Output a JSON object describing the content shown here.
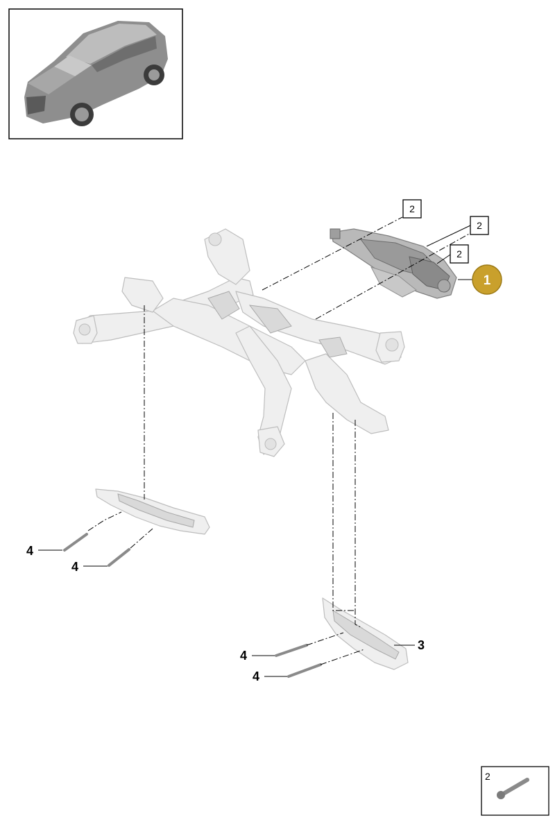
{
  "callouts": {
    "boxed_label": "2",
    "highlight_label": "1",
    "shield_label": "3",
    "bolt_label": "4"
  },
  "inset": {
    "icon": "car-icon",
    "bolt_box_label": "2",
    "bolt_box_icon": "bolt-icon"
  },
  "colors": {
    "highlight": "#C9A02C",
    "highlight_stroke": "#9c7a16"
  }
}
